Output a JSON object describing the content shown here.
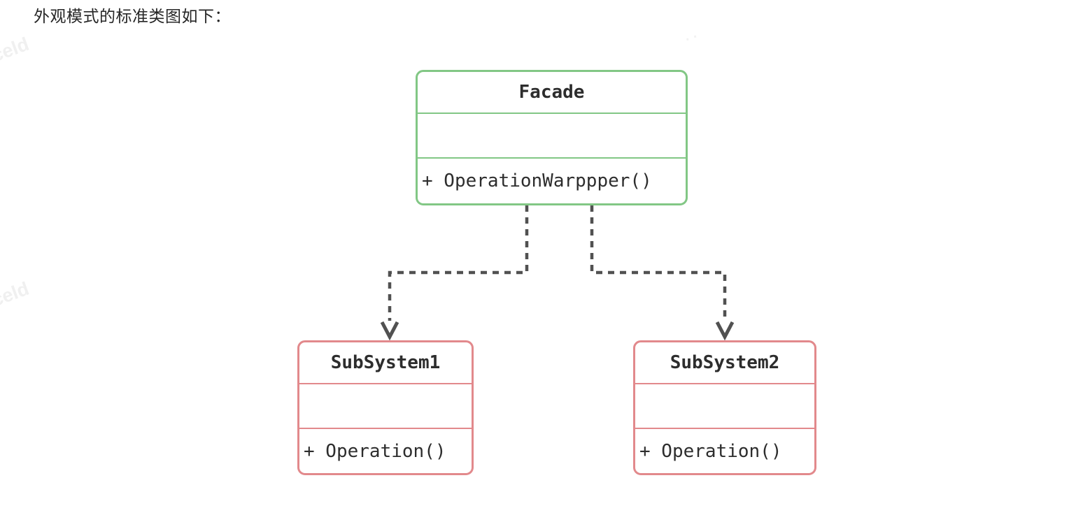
{
  "page": {
    "title": "外观模式的标准类图如下："
  },
  "watermarks": [
    {
      "text": "celd"
    },
    {
      "text": "celd"
    },
    {
      "text": ".."
    }
  ],
  "diagram": {
    "type": "uml-class-diagram",
    "colors": {
      "facade_border": "#82c785",
      "subsystem_border": "#e2898c",
      "arrow": "#515151",
      "text": "#2d2d2d"
    },
    "classes": [
      {
        "name": "Facade",
        "attributes": "",
        "methods": [
          "+ OperationWarppper()"
        ]
      },
      {
        "name": "SubSystem1",
        "attributes": "",
        "methods": [
          "+ Operation()"
        ]
      },
      {
        "name": "SubSystem2",
        "attributes": "",
        "methods": [
          "+ Operation()"
        ]
      }
    ],
    "relations": [
      {
        "from": "Facade",
        "to": "SubSystem1",
        "type": "dashed-dependency-arrow"
      },
      {
        "from": "Facade",
        "to": "SubSystem2",
        "type": "dashed-dependency-arrow"
      }
    ]
  }
}
